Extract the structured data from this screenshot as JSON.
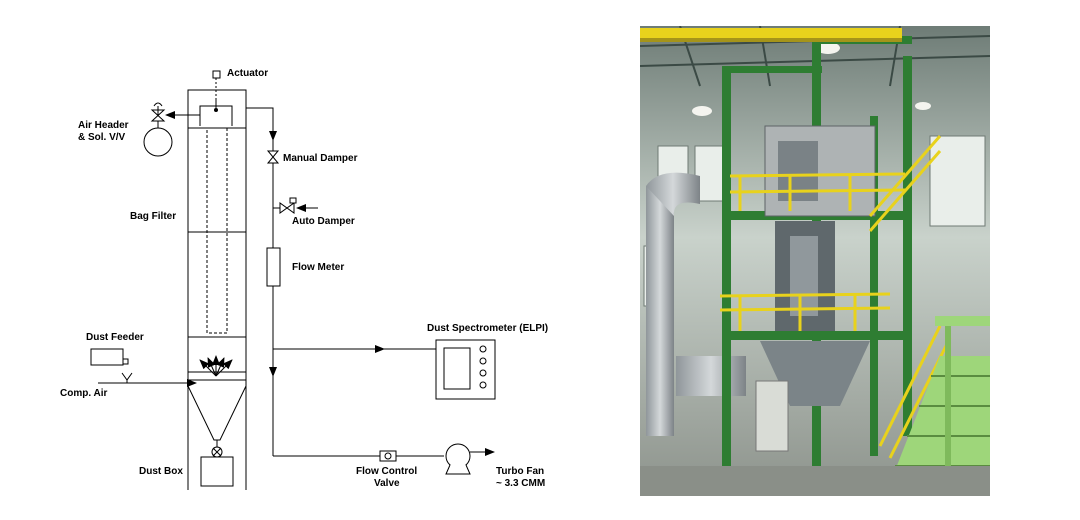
{
  "schematic": {
    "labels": {
      "actuator": "Actuator",
      "air_header_line1": "Air Header",
      "air_header_line2": "& Sol. V/V",
      "bag_filter": "Bag Filter",
      "dust_feeder": "Dust Feeder",
      "comp_air": "Comp. Air",
      "dust_box": "Dust Box",
      "manual_damper": "Manual Damper",
      "auto_damper": "Auto Damper",
      "flow_meter": "Flow Meter",
      "dust_spectrometer": "Dust Spectrometer (ELPI)",
      "flow_control_line1": "Flow Control",
      "flow_control_line2": "Valve",
      "turbo_fan_line1": "Turbo Fan",
      "turbo_fan_line2": "~ 3.3 CMM"
    }
  },
  "photo": {
    "colors": {
      "frame_green": "#2e7d32",
      "railing_yellow": "#e8d21c",
      "stair_light_green": "#9ed67a",
      "duct_gray": "#b8bcc0",
      "wall": "#cfd6cf"
    }
  }
}
